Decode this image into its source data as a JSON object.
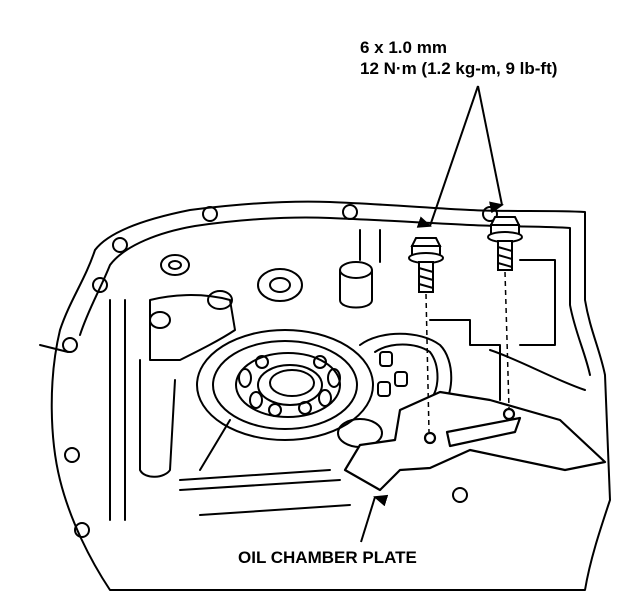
{
  "callouts": {
    "bolt_size": "6 x 1.0 mm",
    "torque": "12 N·m (1.2 kg-m, 9 lb-ft)",
    "part_name": "OIL CHAMBER PLATE"
  },
  "colors": {
    "ink": "#000000",
    "paper": "#ffffff"
  },
  "icons": [
    "flange-bolt-icon",
    "arrow-icon"
  ]
}
